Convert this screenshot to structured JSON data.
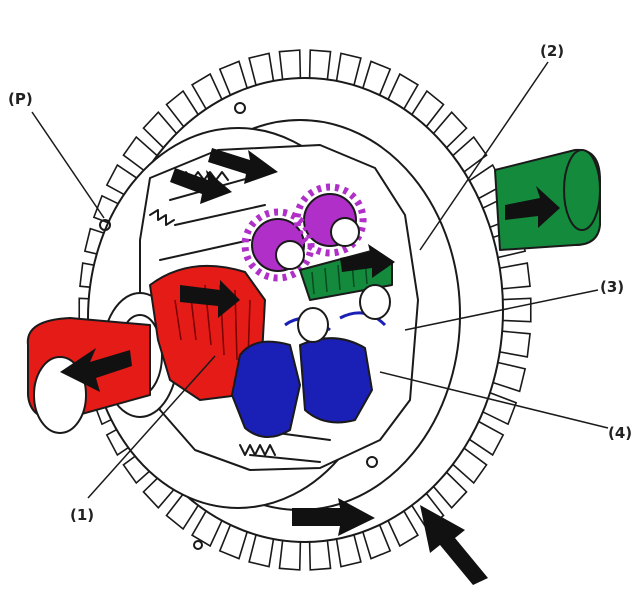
{
  "labels": {
    "p": "(P)",
    "one": "(1)",
    "two": "(2)",
    "three": "(3)",
    "four": "(4)"
  },
  "colors": {
    "red": "#e41b17",
    "green": "#138a3c",
    "purple": "#b02fc9",
    "blue": "#1a1fb5",
    "ink": "#1a1a1a"
  }
}
